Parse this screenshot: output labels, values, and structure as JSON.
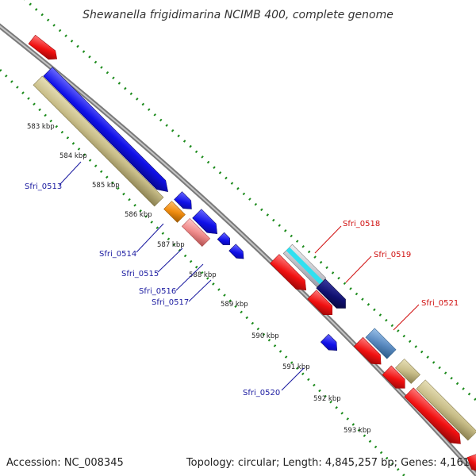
{
  "title": "Shewanella frigidimarina NCIMB 400, complete genome",
  "footer": {
    "accession": "Accession: NC_008345",
    "summary": "Topology: circular; Length: 4,845,257 bp; Genes: 4,161"
  },
  "ticks": [
    "583 kbp",
    "584 kbp",
    "585 kbp",
    "586 kbp",
    "587 kbp",
    "588 kbp",
    "589 kbp",
    "590 kbp",
    "591 kbp",
    "592 kbp",
    "593 kbp"
  ],
  "gene_labels": {
    "sfri_0513": "Sfri_0513",
    "sfri_0514": "Sfri_0514",
    "sfri_0515": "Sfri_0515",
    "sfri_0516": "Sfri_0516",
    "sfri_0517": "Sfri_0517",
    "sfri_0518": "Sfri_0518",
    "sfri_0519": "Sfri_0519",
    "sfri_0520": "Sfri_0520",
    "sfri_0521": "Sfri_0521"
  },
  "colors": {
    "blue": "#1010e8",
    "red": "#f01010",
    "khaki": "#c8bd88",
    "orange": "#f08c10",
    "pink": "#f08c8c",
    "navy": "#101070",
    "steel": "#5a8ac0",
    "cyan": "#30e0f0",
    "dots": "#1a8a1a",
    "backbone": "#8a8a8a",
    "label_blue": "#1a1aa0",
    "label_red": "#d01010"
  }
}
